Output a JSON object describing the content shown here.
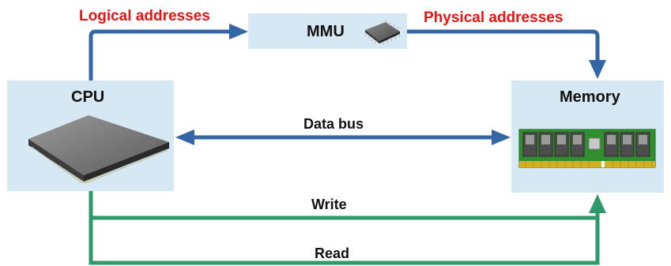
{
  "blocks": {
    "cpu": {
      "title": "CPU"
    },
    "mmu": {
      "title": "MMU"
    },
    "memory": {
      "title": "Memory"
    }
  },
  "connections": {
    "logical": "Logical addresses",
    "physical": "Physical addresses",
    "data_bus": "Data bus",
    "write": "Write",
    "read": "Read"
  },
  "colors": {
    "box_fill": "#d5e8f3",
    "address_arrow": "#3465a4",
    "data_arrow": "#3465a4",
    "control_arrow": "#2e9a6b",
    "address_label": "#ee1111",
    "text": "#111111"
  }
}
